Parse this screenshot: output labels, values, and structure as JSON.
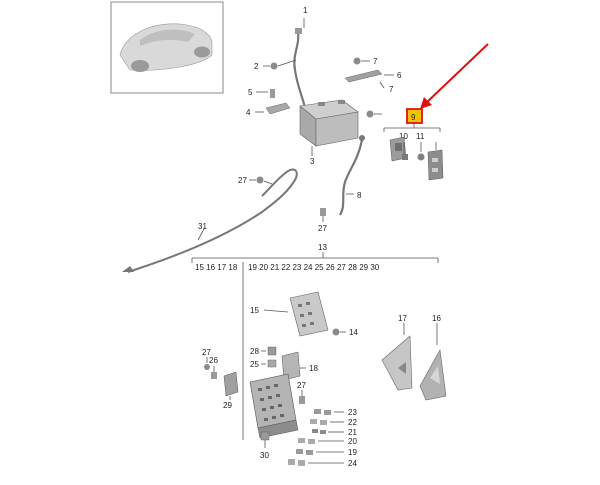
{
  "labels": {
    "p1": "1",
    "p2": "2",
    "p3": "3",
    "p4": "4",
    "p5": "5",
    "p6": "6",
    "p7": "7",
    "p8": "8",
    "p9": "9",
    "p10": "10",
    "p11": "11",
    "p13": "13",
    "p14": "14",
    "p15": "15",
    "p16": "16",
    "p17": "17",
    "p18": "18",
    "p19": "19",
    "p20": "20",
    "p21": "21",
    "p22": "22",
    "p23": "23",
    "p24": "24",
    "p25": "25",
    "p26": "26",
    "p27a": "27",
    "p27b": "27",
    "p27c": "27",
    "p27d": "27",
    "p28": "28",
    "p29": "29",
    "p30": "30",
    "p31": "31"
  },
  "header_row": {
    "left": "15 16 17 18",
    "right": "19 20 21 22 23 24 25 26 27 28 29 30"
  },
  "colors": {
    "highlight_fill": "#f5c400",
    "highlight_border": "#e01010",
    "arrow": "#e01010",
    "part_fill": "#b9b9b9",
    "part_dark": "#8d8d8d"
  }
}
